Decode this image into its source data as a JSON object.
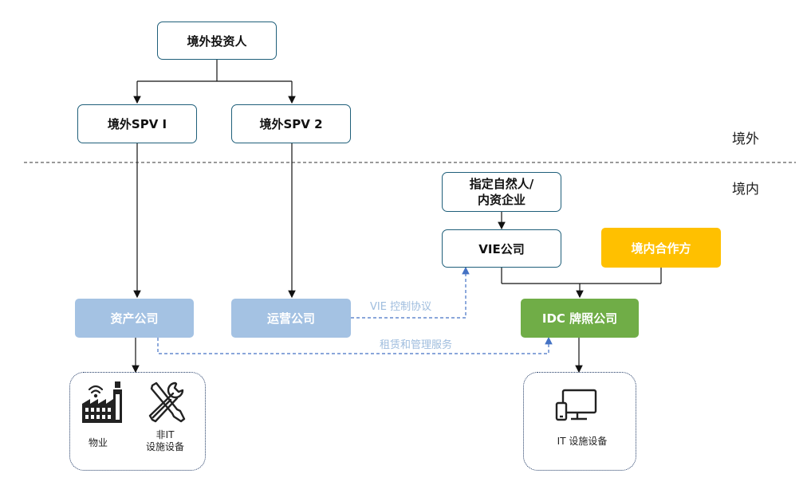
{
  "nodes": {
    "investor": "境外投资人",
    "spv1": "境外SPV I",
    "spv2": "境外SPV 2",
    "natural_person": "指定自然人/\n内资企业",
    "vie_company": "VIE公司",
    "partner": "境内合作方",
    "asset_company": "资产公司",
    "ops_company": "运营公司",
    "idc_company": "IDC 牌照公司"
  },
  "regions": {
    "offshore": "境外",
    "onshore": "境内"
  },
  "edge_labels": {
    "vie_agreement": "VIE 控制协议",
    "lease_service": "租赁和管理服务"
  },
  "devices": {
    "property": "物业",
    "non_it": "非IT\n设施设备",
    "it": "IT 设施设备"
  },
  "colors": {
    "border": "#1f5f7a",
    "asset_blue": "#a4c2e3",
    "idc_green": "#70ad47",
    "partner_gold": "#ffc000",
    "dashed_arrow": "#4472c4",
    "label_blue": "#9fbdde"
  },
  "icons": [
    "factory-wifi-icon",
    "tools-icon",
    "computer-devices-icon"
  ]
}
